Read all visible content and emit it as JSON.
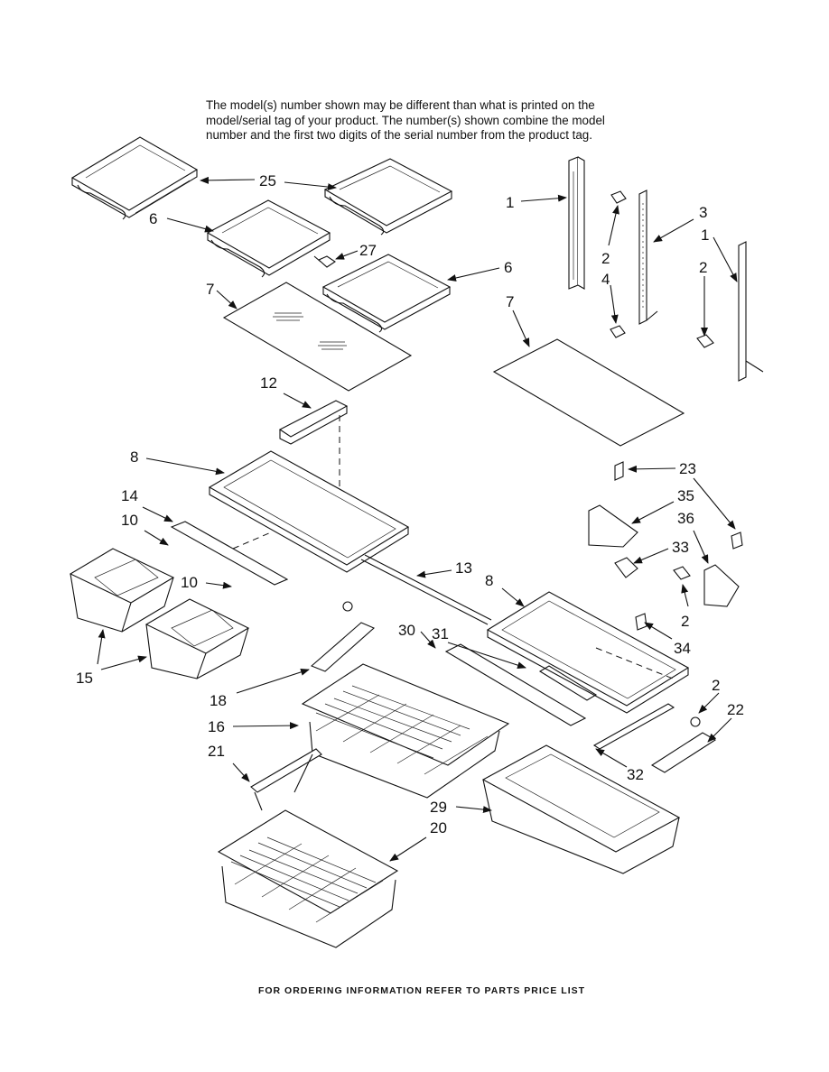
{
  "note": {
    "line1": "The model(s) number shown may be different than what is printed on the",
    "line2": "model/serial tag of your product. The number(s) shown combine the model",
    "line3": "number and the first two digits of the serial number from the product tag."
  },
  "callouts": {
    "c25": "25",
    "c6a": "6",
    "c27": "27",
    "c6b": "6",
    "c7a": "7",
    "c7b": "7",
    "c1a": "1",
    "c2a": "2",
    "c4": "4",
    "c3": "3",
    "c1b": "1",
    "c2b": "2",
    "c12": "12",
    "c8a": "8",
    "c14": "14",
    "c10a": "10",
    "c10b": "10",
    "c15": "15",
    "c13": "13",
    "c8b": "8",
    "c23": "23",
    "c35": "35",
    "c36": "36",
    "c33": "33",
    "c2c": "2",
    "c34": "34",
    "c30": "30",
    "c31": "31",
    "c18": "18",
    "c16": "16",
    "c21": "21",
    "c2d": "2",
    "c22": "22",
    "c32": "32",
    "c29": "29",
    "c20": "20"
  },
  "footer": "FOR ORDERING INFORMATION REFER TO PARTS PRICE LIST"
}
